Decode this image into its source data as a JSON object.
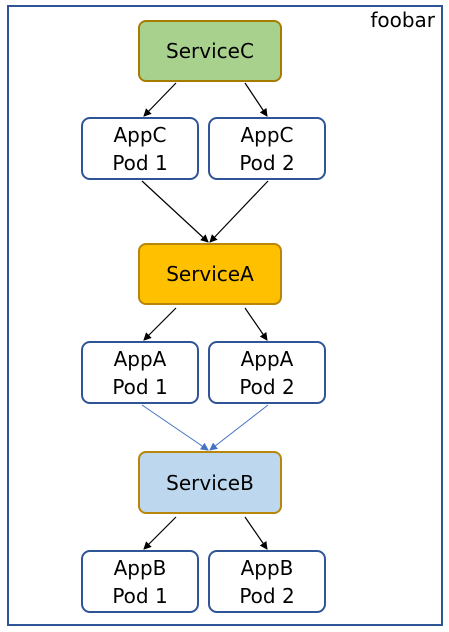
{
  "namespace": {
    "label": "foobar"
  },
  "services": {
    "c": {
      "label": "ServiceC",
      "fill": "#a9d18e"
    },
    "a": {
      "label": "ServiceA",
      "fill": "#ffc000"
    },
    "b": {
      "label": "ServiceB",
      "fill": "#bdd7ee"
    }
  },
  "pods": {
    "c1": {
      "app": "AppC",
      "pod": "Pod 1"
    },
    "c2": {
      "app": "AppC",
      "pod": "Pod 2"
    },
    "a1": {
      "app": "AppA",
      "pod": "Pod 1"
    },
    "a2": {
      "app": "AppA",
      "pod": "Pod 2"
    },
    "b1": {
      "app": "AppB",
      "pod": "Pod 1"
    },
    "b2": {
      "app": "AppB",
      "pod": "Pod 2"
    }
  },
  "colors": {
    "frame": "#2f5597",
    "arrow": "#000000",
    "arrow_to_service_b": "#4472c4"
  }
}
